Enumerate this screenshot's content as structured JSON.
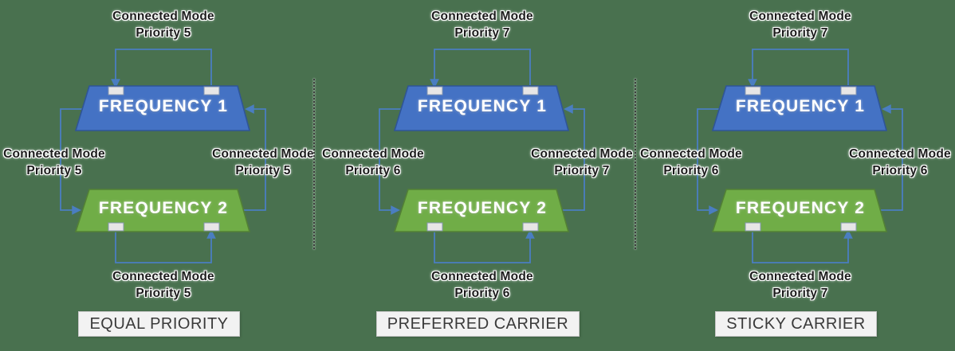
{
  "colors": {
    "background": "#49714f",
    "freq1_fill": "#4472c4",
    "freq1_border": "#2f5597",
    "freq2_fill": "#70ad47",
    "freq2_border": "#538135",
    "arrow": "#4a7ec1",
    "port_fill": "#e7e6e6",
    "port_border": "#8496b0",
    "label_text": "#1b1b1b",
    "caption_bg": "#f2f2f2",
    "caption_border": "#c6c6c6",
    "caption_text": "#3a3a3a",
    "divider": "#3f3f3f"
  },
  "panels": [
    {
      "name": "equal-priority",
      "caption": "EQUAL PRIORITY",
      "freq1": "FREQUENCY 1",
      "freq2": "FREQUENCY 2",
      "top_label": {
        "line1": "Connected Mode",
        "line2": "Priority 5"
      },
      "left_label": {
        "line1": "Connected Mode",
        "line2": "Priority 5"
      },
      "right_label": {
        "line1": "Connected Mode",
        "line2": "Priority 5"
      },
      "bottom_label": {
        "line1": "Connected Mode",
        "line2": "Priority 5"
      }
    },
    {
      "name": "preferred-carrier",
      "caption": "PREFERRED CARRIER",
      "freq1": "FREQUENCY 1",
      "freq2": "FREQUENCY 2",
      "top_label": {
        "line1": "Connected Mode",
        "line2": "Priority 7"
      },
      "left_label": {
        "line1": "Connected Mode",
        "line2": "Priority 6"
      },
      "right_label": {
        "line1": "Connected Mode",
        "line2": "Priority 7"
      },
      "bottom_label": {
        "line1": "Connected Mode",
        "line2": "Priority 6"
      }
    },
    {
      "name": "sticky-carrier",
      "caption": "STICKY CARRIER",
      "freq1": "FREQUENCY 1",
      "freq2": "FREQUENCY 2",
      "top_label": {
        "line1": "Connected Mode",
        "line2": "Priority 7"
      },
      "left_label": {
        "line1": "Connected Mode",
        "line2": "Priority 6"
      },
      "right_label": {
        "line1": "Connected Mode",
        "line2": "Priority 6"
      },
      "bottom_label": {
        "line1": "Connected Mode",
        "line2": "Priority 7"
      }
    }
  ]
}
